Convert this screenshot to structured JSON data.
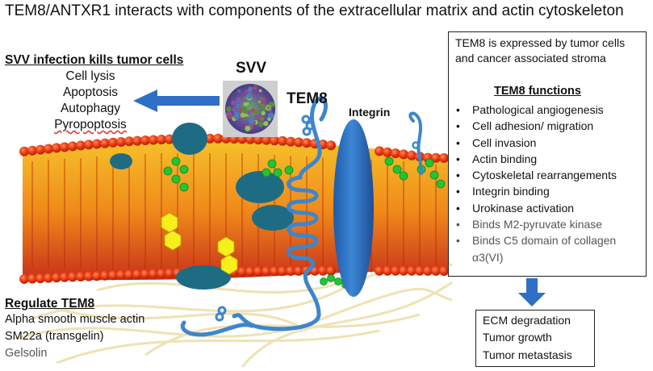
{
  "title": "TEM8/ANTXR1 interacts with components of the extracellular matrix and actin cytoskeleton",
  "svv_section": {
    "heading": "SVV infection  kills tumor cells",
    "items": [
      "Cell lysis",
      "Apoptosis",
      "Autophagy",
      "Pyropoptosis"
    ]
  },
  "labels": {
    "svv": "SVV",
    "tem8": "TEM8",
    "integrin": "Integrin"
  },
  "regulate_section": {
    "heading": "Regulate TEM8",
    "items": [
      "Alpha smooth muscle actin",
      "SM22a (transgelin)",
      "Gelsolin"
    ]
  },
  "functions_box": {
    "intro_line1": "TEM8 is expressed by tumor cells",
    "intro_line2": "and cancer associated stroma",
    "heading": "TEM8 functions",
    "items": [
      "Pathological angiogenesis",
      "Cell adhesion/ migration",
      "Cell invasion",
      "Actin binding",
      "Cytoskeletal rearrangements",
      "Integrin binding",
      "Urokinase activation",
      "Binds M2-pyruvate kinase",
      "Binds C5 domain of collagen",
      "α3(VI)"
    ]
  },
  "outcomes": [
    "ECM degradation",
    "Tumor growth",
    "Tumor metastasis"
  ],
  "colors": {
    "arrow_blue": "#2f6fc6",
    "tem8_blue": "#3d86cc",
    "integrin_blue": "#2e73c4",
    "lipid_head_red": "#e8390f",
    "membrane_orange": "#f3a51f",
    "membrane_red": "#c02510",
    "glycan_green": "#22c432",
    "cholesterol_yellow": "#f7ef1c",
    "protein_teal": "#1d6c84",
    "fiber_cream": "#efe2b3"
  }
}
